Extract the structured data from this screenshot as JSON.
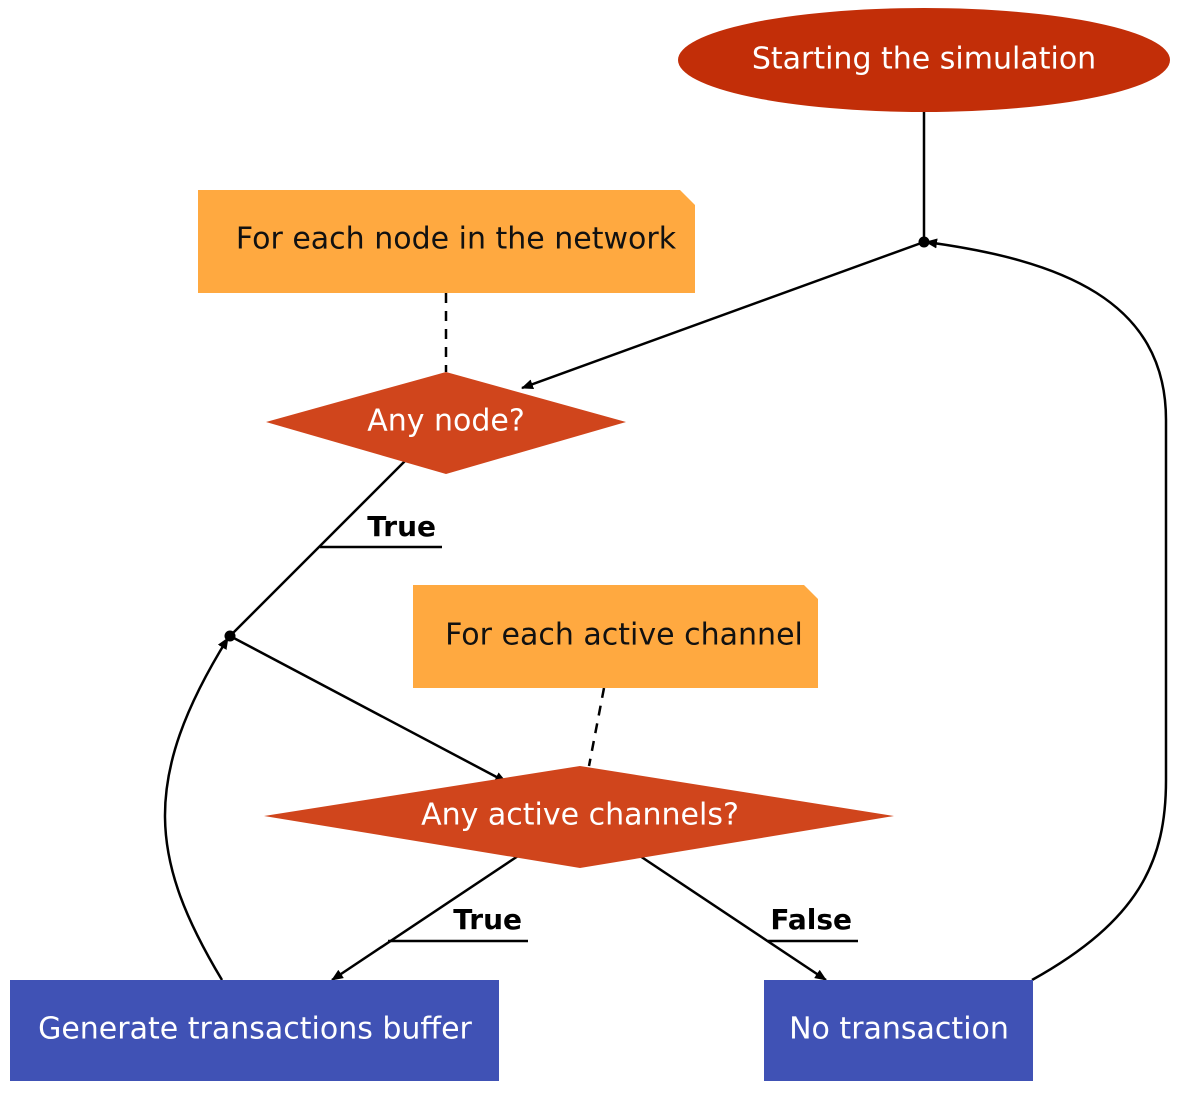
{
  "colors": {
    "start_node": "#c22e08",
    "decision_node": "#d0451c",
    "note": "#ffa940",
    "process_node": "#4052b5",
    "edge": "#000000"
  },
  "nodes": {
    "start": "Starting the simulation",
    "note_node": "For each node in the network",
    "decision_node": "Any node?",
    "note_channel": "For each active channel",
    "decision_channel": "Any active channels?",
    "generate": "Generate transactions buffer",
    "no_transaction": "No transaction"
  },
  "edge_labels": {
    "any_node_true": "True",
    "channels_true": "True",
    "channels_false": "False"
  }
}
